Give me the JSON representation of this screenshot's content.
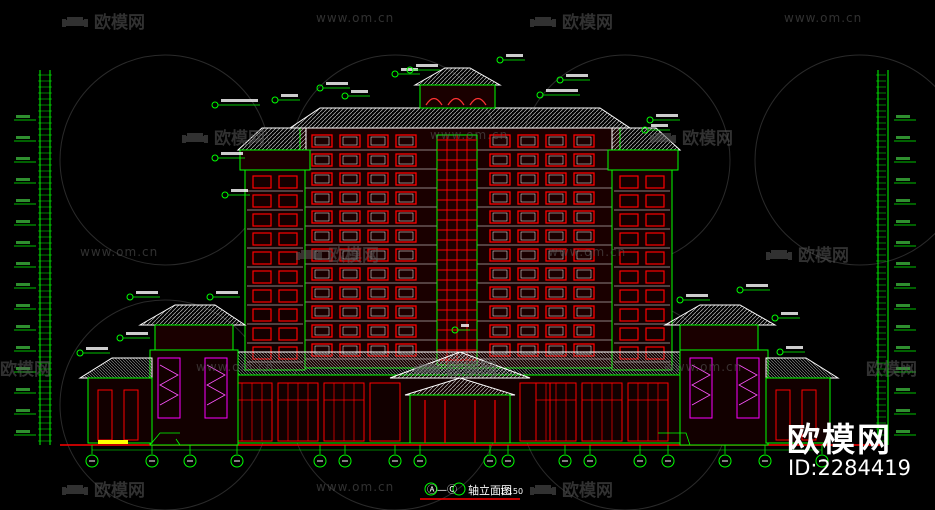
{
  "watermark": {
    "brand": "欧模网",
    "url": "www.om.cn",
    "id_text": "ID:2284419",
    "color": "#5a5a5a"
  },
  "drawing": {
    "title": "轴立面图",
    "axis_range": "Ⓐ—Ⓒ",
    "scale": "1:150",
    "colors": {
      "background": "#000000",
      "wall": "#ff0000",
      "outline": "#00ff00",
      "roof": "#ffffff",
      "dimension": "#00ff00",
      "text": "#ffffff",
      "accent": "#ffff00",
      "trim": "#ff00ff"
    }
  }
}
